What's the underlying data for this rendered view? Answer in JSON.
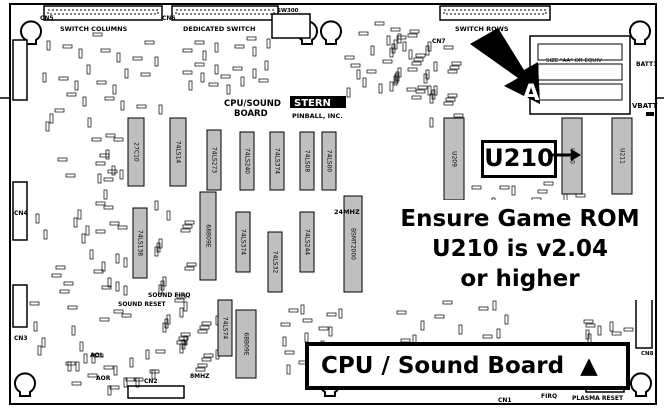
{
  "diagram": {
    "connector_labels": [
      "CN5",
      "CN6",
      "SW300",
      "CN7",
      "CN4",
      "CN3",
      "CN2",
      "CN1",
      "CN8",
      "BATT1",
      "VBATT"
    ],
    "header_labels": {
      "switch_columns": "SWITCH COLUMNS",
      "dedicated_switch": "DEDICATED SWITCH",
      "switch_rows": "SWITCH ROWS",
      "battery_size": "SIZE \"AA\" OR EQUIV"
    },
    "board_titles": {
      "cpu_sound": "CPU/SOUND",
      "board": "BOARD",
      "stern": "STERN",
      "pinball_inc": "PINBALL, INC."
    },
    "chip_labels": [
      "27C10",
      "74LS14",
      "74LS273",
      "74LS240",
      "74LS374",
      "74LS08",
      "74LS00",
      "68B09E",
      "74LS138",
      "74LS374",
      "74LS244",
      "74LS32",
      "U209",
      "U210",
      "U211",
      "74LS74",
      "68B09E",
      "BSMT2000"
    ],
    "small_labels": {
      "sound_reset": "SOUND RESET",
      "sound_firq": "SOUND FIRQ",
      "mhz_24": "24MHZ",
      "mhz_8": "8MHZ",
      "firq": "FIRQ",
      "plasma_reset": "PLASMA RESET",
      "aol": "AOL",
      "aor": "AOR"
    }
  },
  "callouts": {
    "marker_letter": "A",
    "chip_id": "U210",
    "note_line1": "Ensure Game ROM",
    "note_line2": "U210 is v2.04",
    "note_line3": "or higher",
    "board_label": "CPU / Sound Board",
    "board_label_symbol": "▲"
  }
}
